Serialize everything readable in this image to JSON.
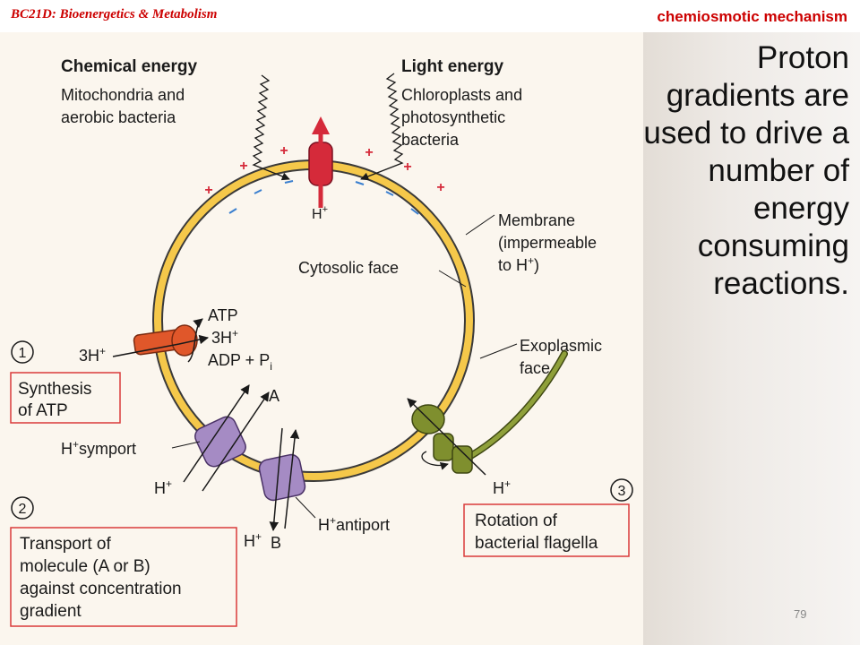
{
  "header": {
    "course": "BC21D: Bioenergetics & Metabolism",
    "topic": "chemiosmotic mechanism"
  },
  "caption": "Proton gradients are used to drive a number of energy consuming reactions.",
  "page_number": "79",
  "diagram": {
    "chemical_energy": {
      "title": "Chemical energy",
      "line1": "Mitochondria and",
      "line2": "aerobic bacteria"
    },
    "light_energy": {
      "title": "Light energy",
      "line1": "Chloroplasts and",
      "line2": "photosynthetic",
      "line3": "bacteria"
    },
    "h_plus": "H",
    "plus": "+",
    "membrane": {
      "line1": "Membrane",
      "line2": "(impermeable",
      "line3": "to H"
    },
    "cytosolic_face": "Cytosolic face",
    "exoplasmic_face": {
      "line1": "Exoplasmic",
      "line2": "face"
    },
    "atp": "ATP",
    "three_h": "3H",
    "adp_pi": "ADP + P",
    "pi_sub": "i",
    "a_label": "A",
    "b_label": "B",
    "symport": "symport",
    "antiport": "antiport",
    "step1": {
      "number": "1",
      "line1": "Synthesis",
      "line2": "of ATP"
    },
    "step2": {
      "number": "2",
      "line1": "Transport of",
      "line2": "molecule (A or B)",
      "line3": "against concentration",
      "line4": "gradient"
    },
    "step3": {
      "number": "3",
      "line1": "Rotation of",
      "line2": "bacterial flagella"
    },
    "colors": {
      "membrane": "#f5c84a",
      "pump": "#d52a3a",
      "atp_synthase": "#e0572a",
      "transporter": "#a58bc4",
      "flagellum": "#7f8f2e",
      "box_border": "#d93a3a"
    }
  }
}
